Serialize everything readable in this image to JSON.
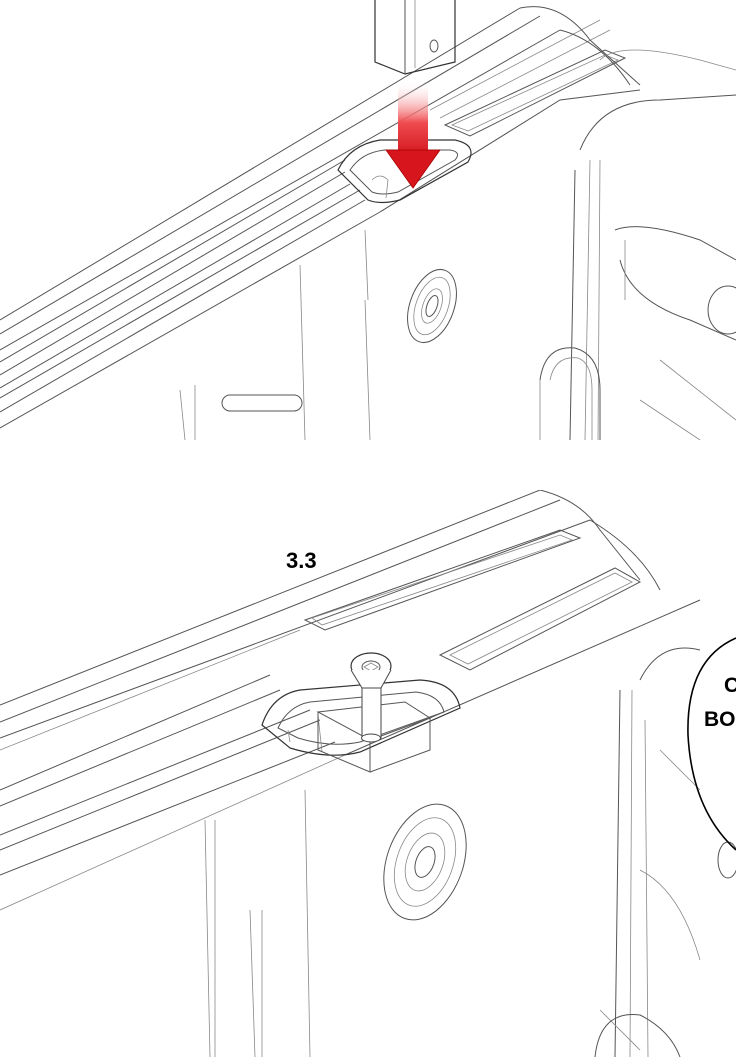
{
  "step": {
    "label": "3.3"
  },
  "callout": {
    "line1": "C",
    "line2": "BO"
  },
  "colors": {
    "arrow": "#e31e24",
    "line": "#555555",
    "background": "#ffffff"
  },
  "icons": {
    "arrow": "down-arrow-icon",
    "bolt": "countersunk-bolt-icon"
  }
}
